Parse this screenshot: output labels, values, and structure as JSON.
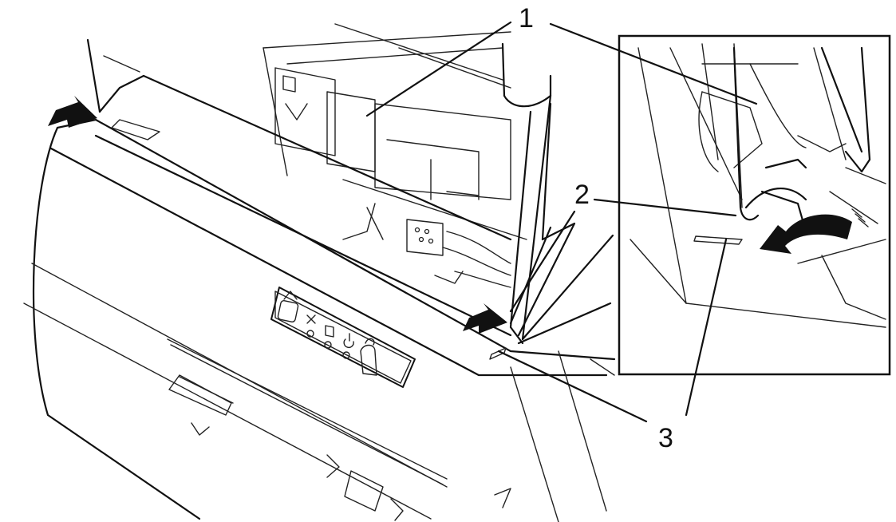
{
  "callouts": [
    {
      "label": "1"
    },
    {
      "label": "2"
    },
    {
      "label": "3"
    }
  ],
  "icons": [
    "arrow-pointer-icon",
    "curved-arrow-icon",
    "paper-load-icon",
    "power-icon",
    "error-x-icon",
    "feed-arrow-icon"
  ],
  "colors": {
    "line": "#111111",
    "background": "#ffffff"
  }
}
